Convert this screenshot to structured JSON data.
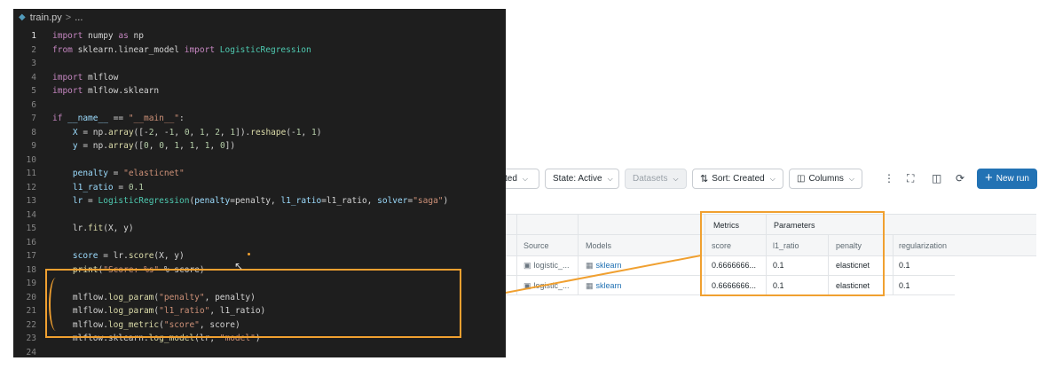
{
  "editor": {
    "breadcrumb": {
      "file": "train.py",
      "sep": ">",
      "rest": "..."
    },
    "active_line": 1,
    "lines": [
      {
        "n": "1",
        "t": [
          [
            "kw",
            "import"
          ],
          [
            "pl",
            " numpy "
          ],
          [
            "kw",
            "as"
          ],
          [
            "pl",
            " np"
          ]
        ]
      },
      {
        "n": "2",
        "t": [
          [
            "kw",
            "from"
          ],
          [
            "pl",
            " sklearn.linear_model "
          ],
          [
            "kw",
            "import"
          ],
          [
            "cl",
            " LogisticRegression"
          ]
        ]
      },
      {
        "n": "3",
        "t": []
      },
      {
        "n": "4",
        "t": [
          [
            "kw",
            "import"
          ],
          [
            "pl",
            " mlflow"
          ]
        ]
      },
      {
        "n": "5",
        "t": [
          [
            "kw",
            "import"
          ],
          [
            "pl",
            " mlflow.sklearn"
          ]
        ]
      },
      {
        "n": "6",
        "t": []
      },
      {
        "n": "7",
        "t": [
          [
            "kw",
            "if"
          ],
          [
            "vr",
            " __name__"
          ],
          [
            "pl",
            " == "
          ],
          [
            "st",
            "\"__main__\""
          ],
          [
            "pl",
            ":"
          ]
        ]
      },
      {
        "n": "8",
        "t": [
          [
            "vr",
            "    X"
          ],
          [
            "pl",
            " = np."
          ],
          [
            "fn",
            "array"
          ],
          [
            "pl",
            "([-"
          ],
          [
            "nm",
            "2"
          ],
          [
            "pl",
            ", -"
          ],
          [
            "nm",
            "1"
          ],
          [
            "pl",
            ", "
          ],
          [
            "nm",
            "0"
          ],
          [
            "pl",
            ", "
          ],
          [
            "nm",
            "1"
          ],
          [
            "pl",
            ", "
          ],
          [
            "nm",
            "2"
          ],
          [
            "pl",
            ", "
          ],
          [
            "nm",
            "1"
          ],
          [
            "pl",
            "])."
          ],
          [
            "fn",
            "reshape"
          ],
          [
            "pl",
            "(-"
          ],
          [
            "nm",
            "1"
          ],
          [
            "pl",
            ", "
          ],
          [
            "nm",
            "1"
          ],
          [
            "pl",
            ")"
          ]
        ]
      },
      {
        "n": "9",
        "t": [
          [
            "vr",
            "    y"
          ],
          [
            "pl",
            " = np."
          ],
          [
            "fn",
            "array"
          ],
          [
            "pl",
            "(["
          ],
          [
            "nm",
            "0"
          ],
          [
            "pl",
            ", "
          ],
          [
            "nm",
            "0"
          ],
          [
            "pl",
            ", "
          ],
          [
            "nm",
            "1"
          ],
          [
            "pl",
            ", "
          ],
          [
            "nm",
            "1"
          ],
          [
            "pl",
            ", "
          ],
          [
            "nm",
            "1"
          ],
          [
            "pl",
            ", "
          ],
          [
            "nm",
            "0"
          ],
          [
            "pl",
            "])"
          ]
        ]
      },
      {
        "n": "10",
        "t": []
      },
      {
        "n": "11",
        "t": [
          [
            "vr",
            "    penalty"
          ],
          [
            "pl",
            " = "
          ],
          [
            "st",
            "\"elasticnet\""
          ]
        ]
      },
      {
        "n": "12",
        "t": [
          [
            "vr",
            "    l1_ratio"
          ],
          [
            "pl",
            " = "
          ],
          [
            "nm",
            "0.1"
          ]
        ]
      },
      {
        "n": "13",
        "t": [
          [
            "vr",
            "    lr"
          ],
          [
            "pl",
            " = "
          ],
          [
            "cl",
            "LogisticRegression"
          ],
          [
            "pl",
            "("
          ],
          [
            "vr",
            "penalty"
          ],
          [
            "pl",
            "=penalty, "
          ],
          [
            "vr",
            "l1_ratio"
          ],
          [
            "pl",
            "=l1_ratio, "
          ],
          [
            "vr",
            "solver"
          ],
          [
            "pl",
            "="
          ],
          [
            "st",
            "\"saga\""
          ],
          [
            "pl",
            ")"
          ]
        ]
      },
      {
        "n": "14",
        "t": []
      },
      {
        "n": "15",
        "t": [
          [
            "pl",
            "    lr."
          ],
          [
            "fn",
            "fit"
          ],
          [
            "pl",
            "(X, y)"
          ]
        ]
      },
      {
        "n": "16",
        "t": []
      },
      {
        "n": "17",
        "t": [
          [
            "vr",
            "    score"
          ],
          [
            "pl",
            " = lr."
          ],
          [
            "fn",
            "score"
          ],
          [
            "pl",
            "(X, y)"
          ]
        ]
      },
      {
        "n": "18",
        "t": [
          [
            "fn",
            "    print"
          ],
          [
            "pl",
            "("
          ],
          [
            "st",
            "\"Score: %s\""
          ],
          [
            "pl",
            " % score)"
          ]
        ]
      },
      {
        "n": "19",
        "t": []
      },
      {
        "n": "20",
        "t": [
          [
            "pl",
            "    mlflow."
          ],
          [
            "fn",
            "log_param"
          ],
          [
            "pl",
            "("
          ],
          [
            "st",
            "\"penalty\""
          ],
          [
            "pl",
            ", penalty)"
          ]
        ]
      },
      {
        "n": "21",
        "t": [
          [
            "pl",
            "    mlflow."
          ],
          [
            "fn",
            "log_param"
          ],
          [
            "pl",
            "("
          ],
          [
            "st",
            "\"l1_ratio\""
          ],
          [
            "pl",
            ", l1_ratio)"
          ]
        ]
      },
      {
        "n": "22",
        "t": [
          [
            "pl",
            "    mlflow."
          ],
          [
            "fn",
            "log_metric"
          ],
          [
            "pl",
            "("
          ],
          [
            "st",
            "\"score\""
          ],
          [
            "pl",
            ", score)"
          ]
        ]
      },
      {
        "n": "23",
        "t": [
          [
            "pl",
            "    mlflow.sklearn."
          ],
          [
            "fn",
            "log_model"
          ],
          [
            "pl",
            "(lr, "
          ],
          [
            "st",
            "\"model\""
          ],
          [
            "pl",
            ")"
          ]
        ]
      },
      {
        "n": "24",
        "t": []
      }
    ]
  },
  "toolbar": {
    "created_partial": "ted",
    "state": "State: Active",
    "datasets": "Datasets",
    "sort": "Sort: Created",
    "columns": "Columns",
    "new_run": "New run"
  },
  "table": {
    "groups": {
      "metrics": "Metrics",
      "parameters": "Parameters"
    },
    "headers": {
      "source": "Source",
      "models": "Models",
      "score": "score",
      "l1_ratio": "l1_ratio",
      "penalty": "penalty",
      "regularization": "regularization"
    },
    "rows": [
      {
        "source": "logistic_...",
        "model": "sklearn",
        "score": "0.6666666...",
        "l1_ratio": "0.1",
        "penalty": "elasticnet",
        "regularization": "0.1"
      },
      {
        "source": "logistic_...",
        "model": "sklearn",
        "score": "0.6666666...",
        "l1_ratio": "0.1",
        "penalty": "elasticnet",
        "regularization": "0.1"
      }
    ]
  },
  "colors": {
    "callout": "#f0a030",
    "primary": "#2272b4",
    "editor_bg": "#1e1e1e"
  }
}
